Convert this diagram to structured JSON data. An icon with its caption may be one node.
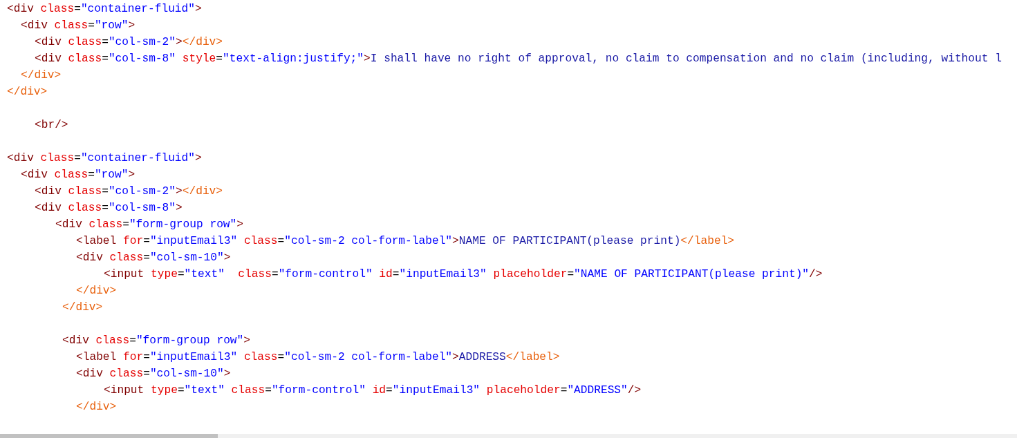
{
  "diagram": {
    "labels": [
      "<div class=\"container-fluid\">",
      "<div class=\"row\">",
      "<div class=\"col-sm-2\"></div>",
      "<div class=\"col-sm-8\" style=\"text-align:justify;\">I shall have no right of approval, no claim to compensation and no claim (including, without l",
      "</div>",
      "</div>",
      "<br/>",
      "<div class=\"container-fluid\">",
      "<div class=\"row\">",
      "<div class=\"col-sm-2\"></div>",
      "<div class=\"col-sm-8\">",
      "<div class=\"form-group row\">",
      "<label for=\"inputEmail3\" class=\"col-sm-2 col-form-label\">NAME OF PARTICIPANT(please print)</label>",
      "<div class=\"col-sm-10\">",
      "<input type=\"text\"  class=\"form-control\" id=\"inputEmail3\" placeholder=\"NAME OF PARTICIPANT(please print)\"/>",
      "</div>",
      "</div>",
      "<div class=\"form-group row\">",
      "<label for=\"inputEmail3\" class=\"col-sm-2 col-form-label\">ADDRESS</label>",
      "<div class=\"col-sm-10\">",
      "<input type=\"text\" class=\"form-control\" id=\"inputEmail3\" placeholder=\"ADDRESS\"/>",
      "</div>"
    ]
  }
}
